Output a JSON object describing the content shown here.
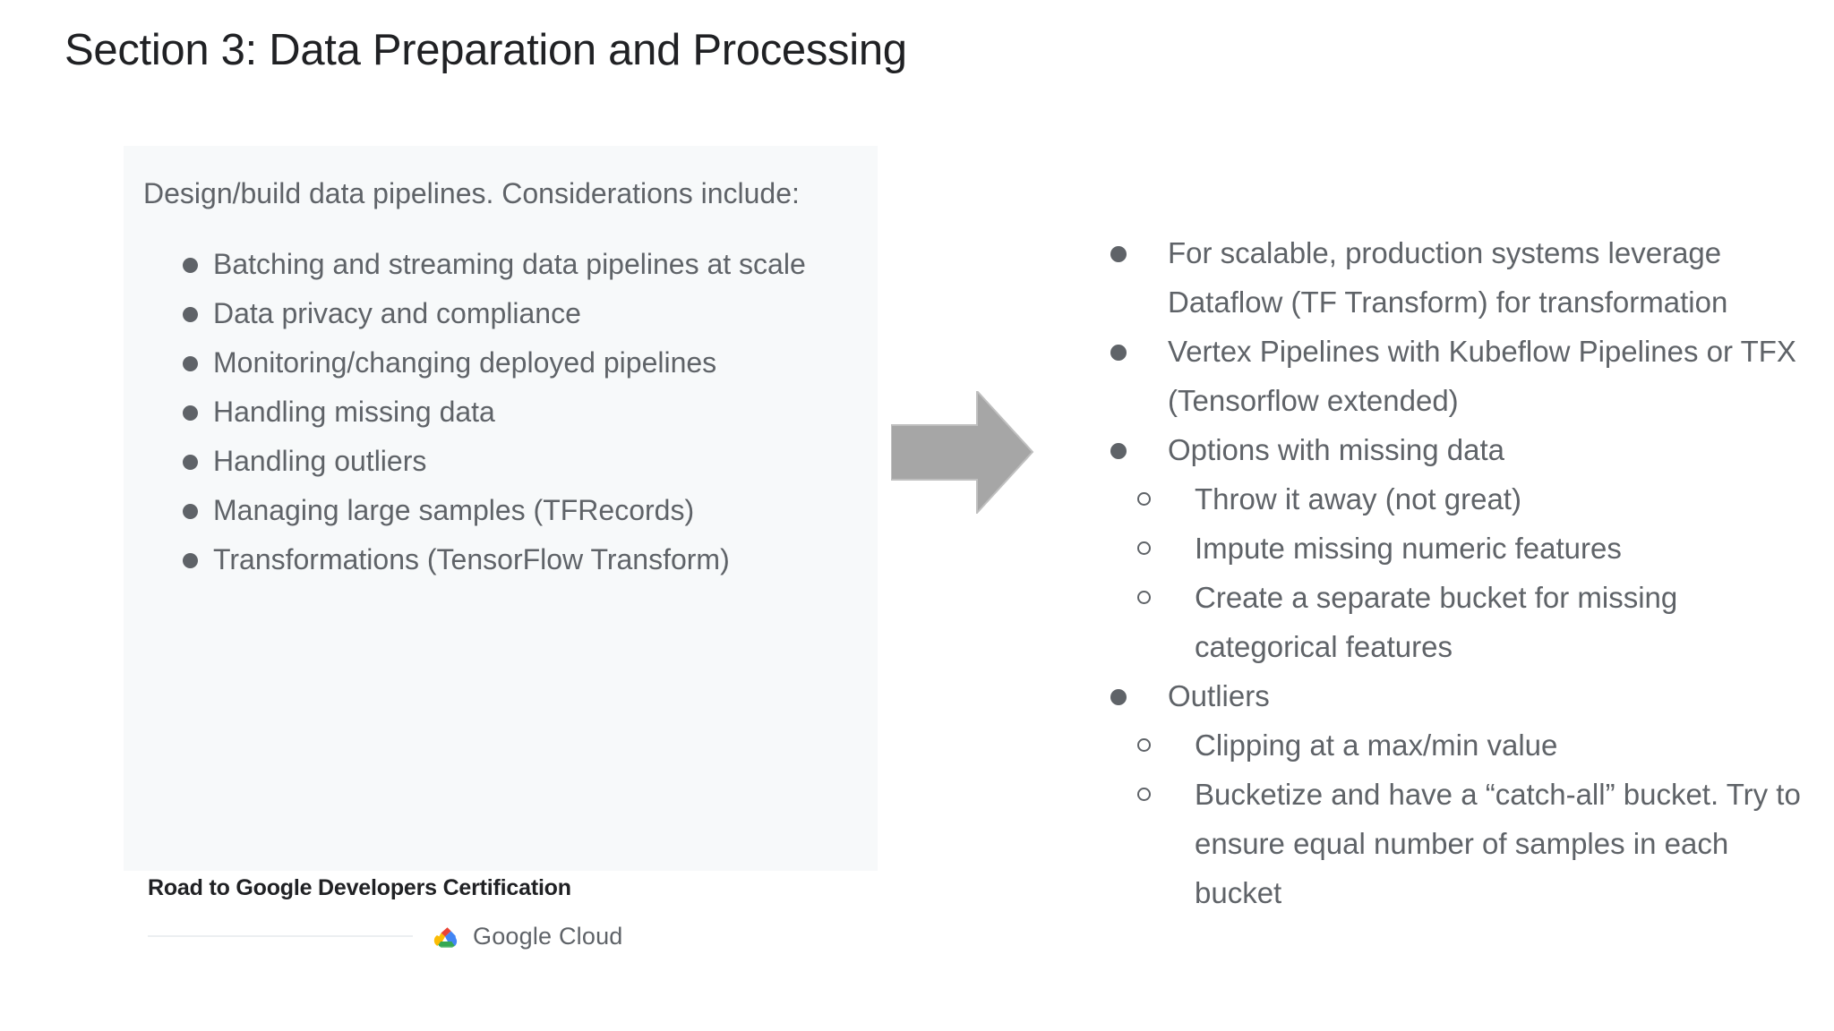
{
  "slide": {
    "title": "Section 3: Data Preparation and Processing"
  },
  "left_panel": {
    "intro": "Design/build data pipelines. Considerations include:",
    "bullets": [
      "Batching and streaming data pipelines at scale",
      "Data privacy and compliance",
      "Monitoring/changing deployed pipelines",
      "Handling missing data",
      "Handling outliers",
      "Managing large samples (TFRecords)",
      "Transformations (TensorFlow Transform)"
    ]
  },
  "arrow": {
    "name": "right-arrow",
    "color": "#a6a6a6"
  },
  "right_panel": {
    "items": [
      {
        "text": "For scalable, production systems leverage Dataflow (TF Transform) for transformation",
        "children": []
      },
      {
        "text": "Vertex Pipelines with Kubeflow Pipelines or TFX (Tensorflow extended)",
        "children": []
      },
      {
        "text": "Options with missing data",
        "children": [
          "Throw it away (not great)",
          "Impute missing numeric features",
          "Create a separate bucket for missing categorical features"
        ]
      },
      {
        "text": "Outliers",
        "children": [
          "Clipping at a max/min value",
          "Bucketize and have a “catch-all” bucket. Try to ensure equal number of samples in each bucket"
        ]
      }
    ]
  },
  "footer": {
    "brand_title": "Road to Google Developers Certification",
    "logo_text": "Google Cloud",
    "logo_icon": "google-cloud-logo"
  },
  "colors": {
    "text": "#5f6368",
    "title": "#202124",
    "panel_bg": "#f7f9fa",
    "arrow": "#a6a6a6",
    "rule": "#eceff1"
  }
}
